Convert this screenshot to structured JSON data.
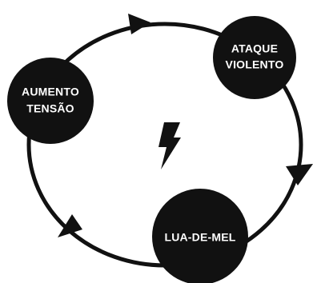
{
  "colors": {
    "background": "#ffffff",
    "ink": "#111111",
    "node_text": "#ffffff"
  },
  "nodes": {
    "ataque": {
      "line1": "ATAQUE",
      "line2": "VIOLENTO"
    },
    "lua": {
      "line1": "LUA-DE-MEL"
    },
    "aumento": {
      "line1": "AUMENTO",
      "line2": "TENSÃO"
    }
  },
  "icons": {
    "center": "lightning-bolt-icon",
    "arrows": "arrowhead-icon"
  }
}
